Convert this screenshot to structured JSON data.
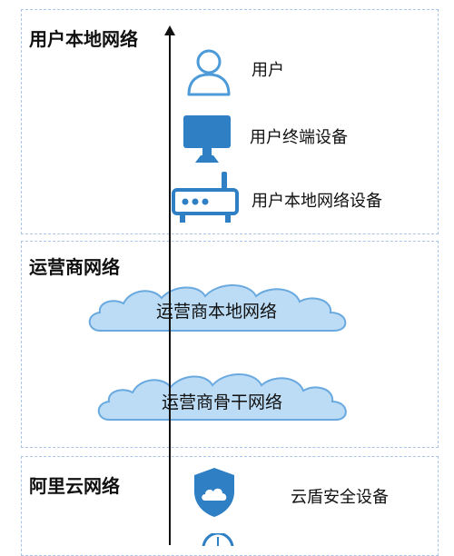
{
  "sections": {
    "user": {
      "title": "用户本地网络",
      "items": [
        {
          "label": "用户",
          "icon": "user-icon"
        },
        {
          "label": "用户终端设备",
          "icon": "monitor-icon"
        },
        {
          "label": "用户本地网络设备",
          "icon": "router-icon"
        }
      ]
    },
    "isp": {
      "title": "运营商网络",
      "clouds": [
        {
          "label": "运营商本地网络",
          "icon": "cloud-icon"
        },
        {
          "label": "运营商骨干网络",
          "icon": "cloud-icon"
        }
      ]
    },
    "aliyun": {
      "title": "阿里云网络",
      "items": [
        {
          "label": "云盾安全设备",
          "icon": "shield-cloud-icon"
        }
      ]
    }
  },
  "colors": {
    "icon_blue": "#2f7fc5",
    "cloud_fill": "#bcdcf6",
    "cloud_stroke": "#6aa9df",
    "border": "#a9c4e6"
  }
}
